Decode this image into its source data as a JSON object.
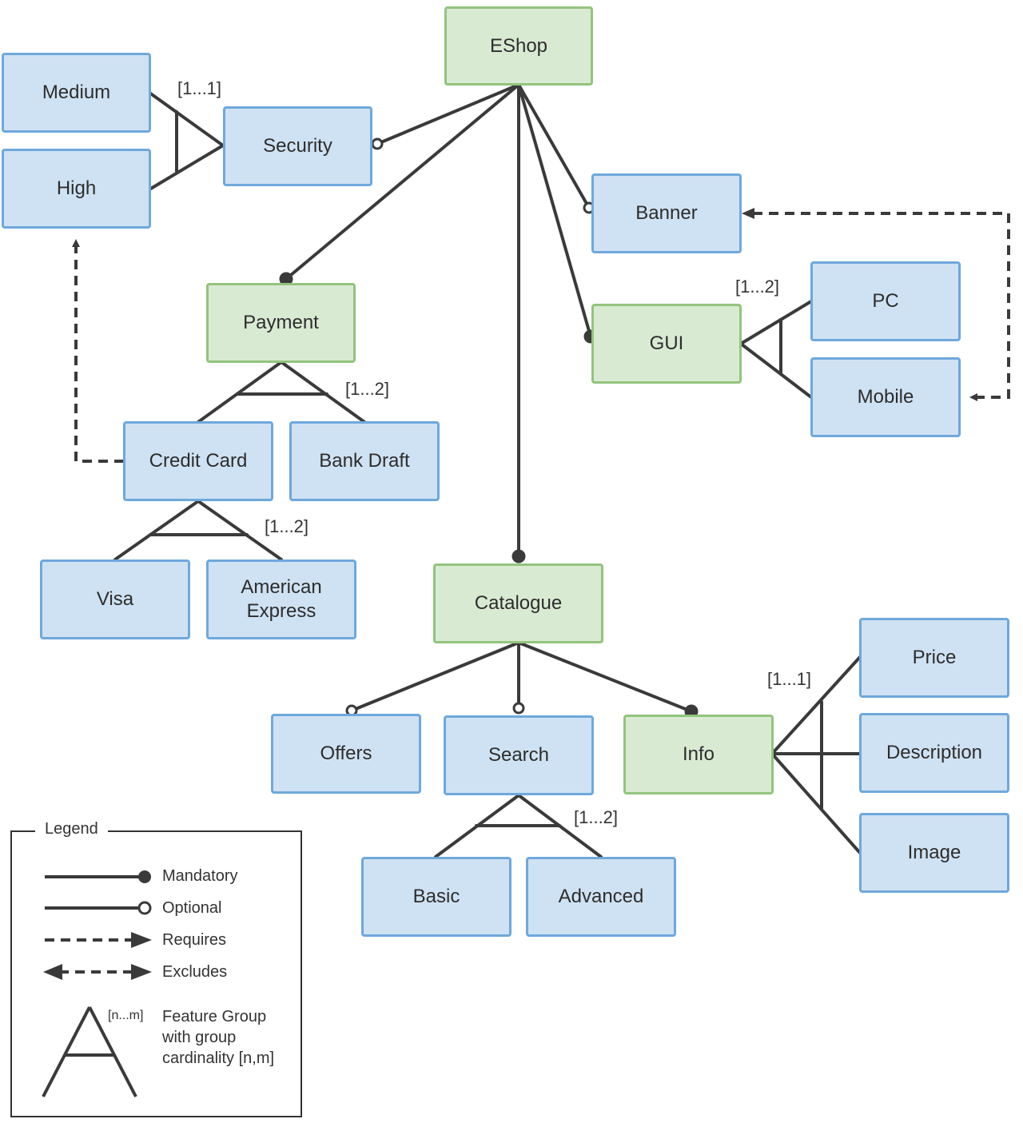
{
  "features": {
    "eshop": "EShop",
    "medium": "Medium",
    "high": "High",
    "security": "Security",
    "banner": "Banner",
    "payment": "Payment",
    "pc": "PC",
    "gui": "GUI",
    "mobile": "Mobile",
    "credit_card": "Credit Card",
    "bank_draft": "Bank Draft",
    "visa": "Visa",
    "american_express": "American\nExpress",
    "catalogue": "Catalogue",
    "price": "Price",
    "offers": "Offers",
    "search": "Search",
    "info": "Info",
    "description": "Description",
    "image": "Image",
    "basic": "Basic",
    "advanced": "Advanced"
  },
  "cardinalities": {
    "security": "[1...1]",
    "gui": "[1...2]",
    "payment": "[1...2]",
    "credit_card": "[1...2]",
    "info": "[1...1]",
    "search": "[1...2]"
  },
  "legend": {
    "title": "Legend",
    "mandatory": "Mandatory",
    "optional": "Optional",
    "requires": "Requires",
    "excludes": "Excludes",
    "group_tag": "[n...m]",
    "group_label": "Feature Group\nwith group\ncardinality [n,m]"
  },
  "colors": {
    "mandatory_fill": "#d9ead3",
    "optional_fill": "#cfe2f3",
    "line": "#3a3a3a"
  }
}
